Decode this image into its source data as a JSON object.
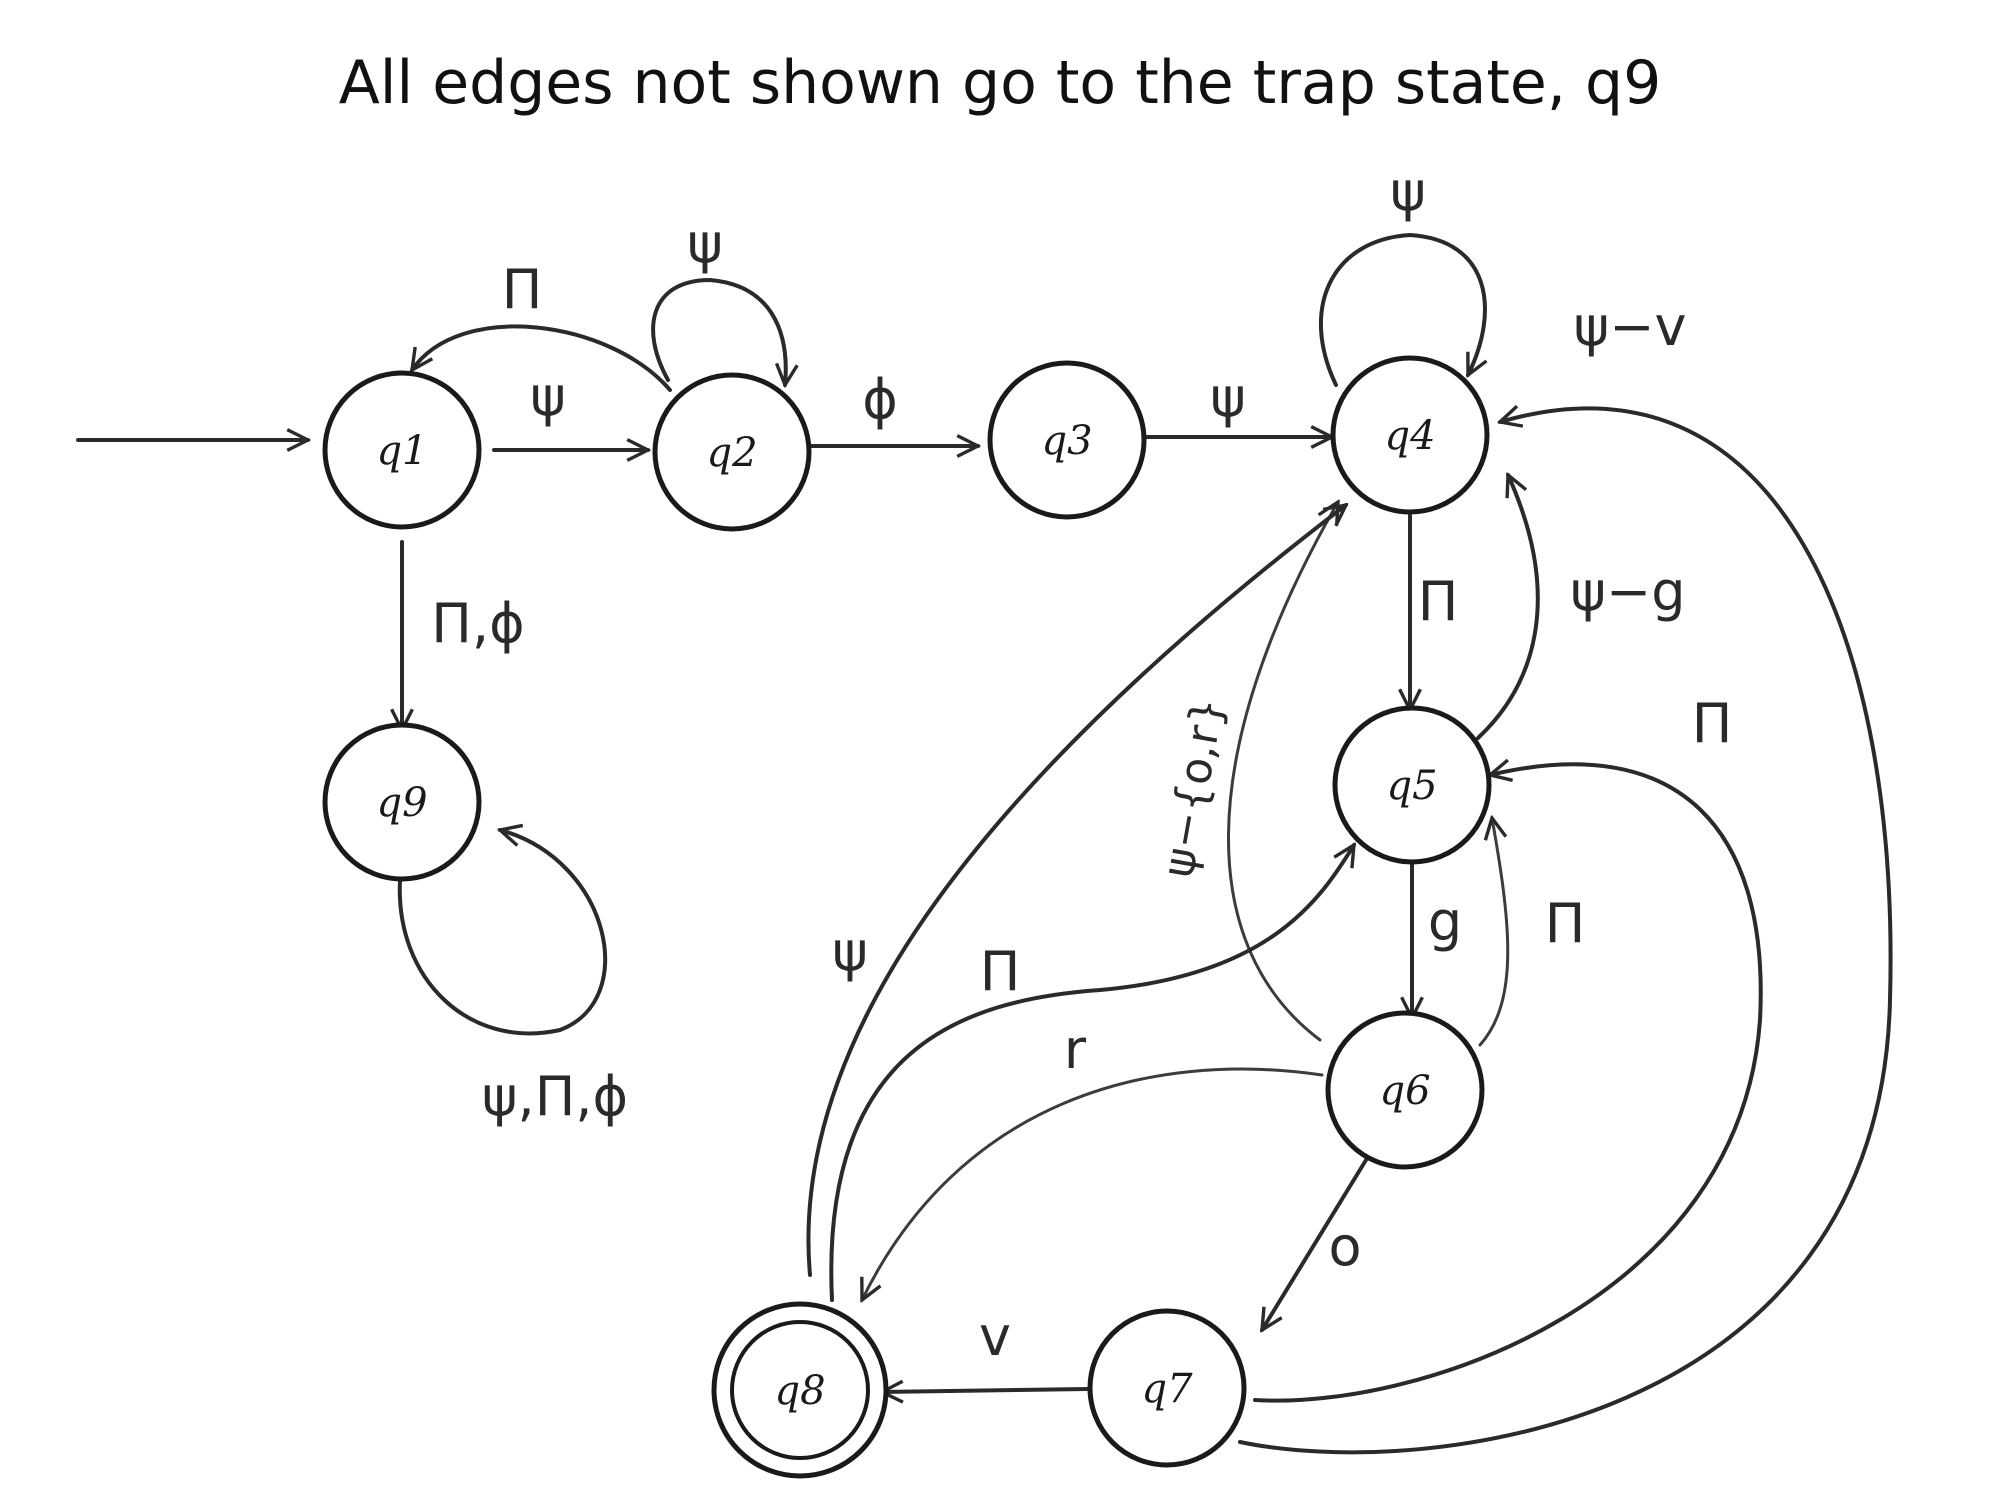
{
  "title": "All edges not shown go to the trap state, q9",
  "states": {
    "q1": "q1",
    "q2": "q2",
    "q3": "q3",
    "q4": "q4",
    "q5": "q5",
    "q6": "q6",
    "q7": "q7",
    "q8": "q8",
    "q9": "q9"
  },
  "start_state": "q1",
  "accept_states": [
    "q8"
  ],
  "trap_state": "q9",
  "transitions": [
    {
      "from": "q1",
      "to": "q2",
      "label": "ψ"
    },
    {
      "from": "q2",
      "to": "q1",
      "label": "Π"
    },
    {
      "from": "q2",
      "to": "q2",
      "label": "ψ"
    },
    {
      "from": "q2",
      "to": "q3",
      "label": "ϕ"
    },
    {
      "from": "q3",
      "to": "q4",
      "label": "ψ"
    },
    {
      "from": "q1",
      "to": "q9",
      "label": "Π,ϕ"
    },
    {
      "from": "q9",
      "to": "q9",
      "label": "ψ,Π,ϕ"
    },
    {
      "from": "q4",
      "to": "q4",
      "label": "ψ"
    },
    {
      "from": "q4",
      "to": "q5",
      "label": "Π"
    },
    {
      "from": "q5",
      "to": "q4",
      "label": "ψ−g"
    },
    {
      "from": "q5",
      "to": "q6",
      "label": "g"
    },
    {
      "from": "q6",
      "to": "q5",
      "label": "Π"
    },
    {
      "from": "q6",
      "to": "q4",
      "label": "ψ−{o,r}"
    },
    {
      "from": "q6",
      "to": "q7",
      "label": "o"
    },
    {
      "from": "q6",
      "to": "q8",
      "label": "r"
    },
    {
      "from": "q7",
      "to": "q8",
      "label": "v"
    },
    {
      "from": "q7",
      "to": "q4",
      "label": "ψ−v"
    },
    {
      "from": "q7",
      "to": "q5",
      "label": "Π"
    },
    {
      "from": "q8",
      "to": "q4",
      "label": "ψ"
    },
    {
      "from": "q8",
      "to": "q5",
      "label": "Π"
    }
  ],
  "colors": {
    "ink": "#1a1a1a",
    "background": "#ffffff"
  }
}
